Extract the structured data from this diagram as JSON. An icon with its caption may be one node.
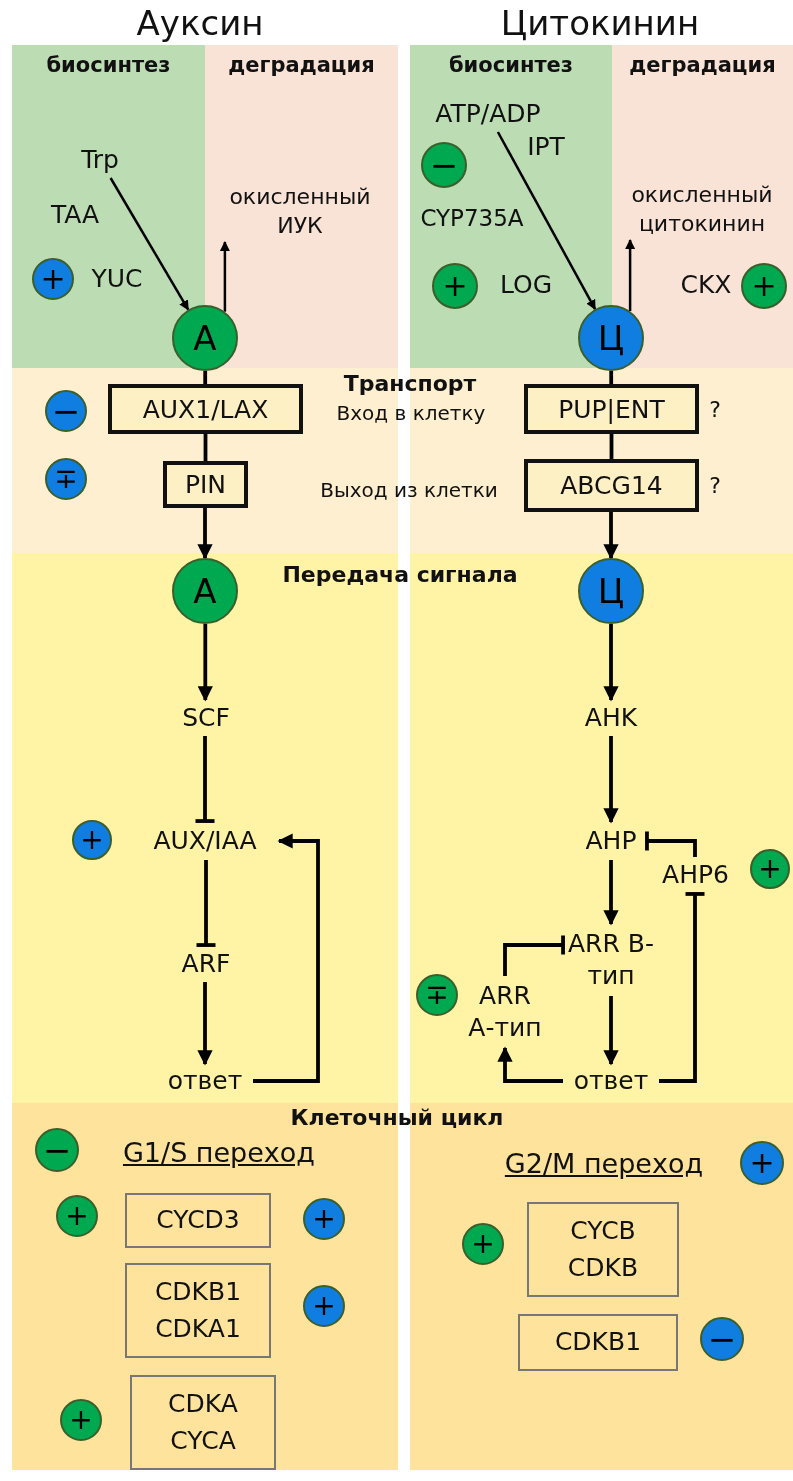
{
  "diagram": {
    "nodes": [
      {
        "text": [
          "биосинтез"
        ]
      },
      {
        "text": [
          "деградация"
        ]
      },
      {
        "text": [
          "Trp"
        ],
        "in": 0
      },
      {
        "text": [
          "+"
        ],
        "in": 0
      },
      {
        "text": [
          "А"
        ]
      },
      {
        "text": [
          "окисленный ИУК"
        ],
        "in": 1
      },
      {
        "text": [
          "биосинтез"
        ]
      },
      {
        "text": [
          "деградация"
        ]
      },
      {
        "text": [
          "ATP/ADP"
        ],
        "in": 6
      },
      {
        "text": [
          "−"
        ],
        "in": 6
      },
      {
        "text": [
          "+"
        ],
        "in": 6
      },
      {
        "text": [
          "Ц"
        ]
      },
      {
        "text": [
          "окисленный цитокинин"
        ],
        "in": 7
      },
      {
        "text": [
          "+"
        ],
        "in": 7
      },
      {
        "text": [
          "−"
        ]
      },
      {
        "text": [
          "AUX1/LAX"
        ]
      },
      {
        "text": [
          "PUP|ENT"
        ],
        "beside": [
          "?"
        ]
      },
      {
        "text": [
          "∓"
        ]
      },
      {
        "text": [
          "PIN"
        ]
      },
      {
        "text": [
          "ABCG14"
        ],
        "beside": [
          "?"
        ]
      },
      {
        "text": [
          "А"
        ]
      },
      {
        "text": [
          "Ц"
        ]
      },
      {
        "text": [
          "SCF"
        ]
      },
      {
        "text": [
          "AHK"
        ]
      },
      {
        "text": [
          "+"
        ]
      },
      {
        "text": [
          "AUX/IAA"
        ]
      },
      {
        "text": [
          "AHP"
        ]
      },
      {
        "text": [
          "AHP6"
        ]
      },
      {
        "text": [
          "+"
        ]
      },
      {
        "text": [
          "ARR В-тип"
        ]
      },
      {
        "text": [
          "ARF"
        ]
      },
      {
        "text": [
          "∓"
        ]
      },
      {
        "text": [
          "ARR А-тип"
        ]
      },
      {
        "text": [
          "ответ"
        ]
      },
      {
        "text": [
          "ответ"
        ]
      },
      {
        "text": [
          "−"
        ]
      },
      {
        "text": [
          "+"
        ]
      },
      {
        "text": [
          "+"
        ]
      },
      {
        "text": [
          "CYCD3"
        ]
      },
      {
        "text": [
          "+"
        ]
      },
      {
        "text": [
          "+"
        ]
      },
      {
        "text": [
          "CYCB CDKB"
        ]
      },
      {
        "text": [
          "CDKB1 CDKA1"
        ]
      },
      {
        "text": [
          "+"
        ]
      },
      {
        "text": [
          "CDKB1"
        ]
      },
      {
        "text": [
          "−"
        ]
      },
      {
        "text": [
          "+"
        ]
      },
      {
        "text": [
          "CDKA CYCA"
        ]
      }
    ],
    "edges": [
      {
        "from": 2,
        "to": 4,
        "arrow": "to"
      },
      {
        "from": 4,
        "to": 5,
        "arrow": "to"
      },
      {
        "from": 8,
        "to": 11,
        "arrow": "to"
      },
      {
        "from": 11,
        "to": 12,
        "arrow": "to"
      },
      {
        "from": 4,
        "to": 15,
        "arrow": "none"
      },
      {
        "from": 15,
        "to": 18,
        "arrow": "none"
      },
      {
        "from": 18,
        "to": 20,
        "arrow": "to"
      },
      {
        "from": 11,
        "to": 16,
        "arrow": "none"
      },
      {
        "from": 16,
        "to": 19,
        "arrow": "none"
      },
      {
        "from": 19,
        "to": 21,
        "arrow": "to"
      },
      {
        "from": 20,
        "to": 22,
        "arrow": "to"
      },
      {
        "from": 22,
        "to": 25,
        "arrow": "other"
      },
      {
        "from": 25,
        "to": 30,
        "arrow": "other"
      },
      {
        "from": 30,
        "to": 33,
        "arrow": "to"
      },
      {
        "from": 33,
        "to": 25,
        "arrow": "to"
      },
      {
        "from": 21,
        "to": 23,
        "arrow": "to"
      },
      {
        "from": 23,
        "to": 26,
        "arrow": "to"
      },
      {
        "from": 27,
        "to": 26,
        "arrow": "other"
      },
      {
        "from": 26,
        "to": 29,
        "arrow": "to"
      },
      {
        "from": 29,
        "to": 34,
        "arrow": "to"
      },
      {
        "from": 34,
        "to": 32,
        "arrow": "to"
      },
      {
        "from": 32,
        "to": 29,
        "arrow": "other"
      },
      {
        "from": 34,
        "to": 27,
        "arrow": "other"
      }
    ],
    "labels": [
      "Ауксин",
      "Цитокинин",
      "TAA",
      "YUC",
      "IPT",
      "CYP735A",
      "LOG",
      "CKX",
      "Транспорт",
      "Вход в клетку",
      "Выход из клетки",
      "Передача сигнала",
      "Клеточный цикл",
      "G1/S переход",
      "G2/M переход"
    ]
  }
}
